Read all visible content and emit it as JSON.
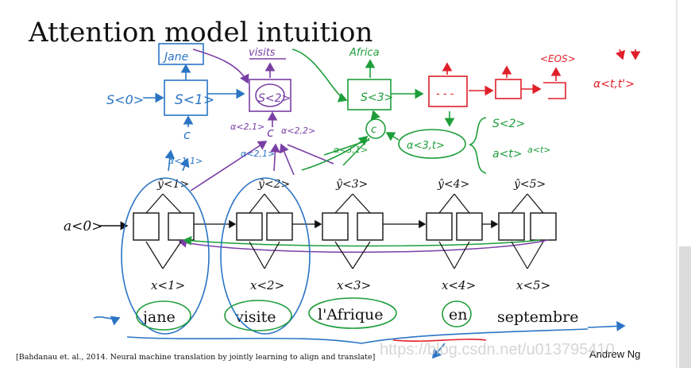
{
  "slide": {
    "title": "Attention model intuition",
    "citation": "[Bahdanau et. al., 2014. Neural machine translation by jointly learning to align and translate]",
    "author": "Andrew Ng",
    "watermark": "https://blog.csdn.net/u013795410"
  },
  "encoder": {
    "initial_activation": "a<0>",
    "outputs": [
      "ŷ<1>",
      "ŷ<2>",
      "ŷ<3>",
      "ŷ<4>",
      "ŷ<5>"
    ],
    "inputs": [
      "x<1>",
      "x<2>",
      "x<3>",
      "x<4>",
      "x<5>"
    ],
    "french_words": [
      "jane",
      "visite",
      "l'Afrique",
      "en",
      "septembre"
    ]
  },
  "annotations": {
    "blue": {
      "output_word": "Jane",
      "state": "S<1>",
      "initial_state": "S<0>",
      "context": "c",
      "alpha": "α<1,1>"
    },
    "purple": {
      "output_word": "visits",
      "state": "S<2>",
      "context": "c",
      "alpha_a": "α<2,1>",
      "alpha_b": "α<2,1>",
      "alpha_c": "α<2,2>"
    },
    "green": {
      "output_word": "Africa",
      "state": "S<3>",
      "context": "c",
      "alpha_in": "α<3,1>",
      "alpha_ellipse": "α<3,t>",
      "s_prev": "S<2>",
      "a_t": "a<t>",
      "a_t2": "a<t>"
    },
    "red": {
      "ellipsis": "- - -",
      "eos": "<EOS>",
      "alpha": "α<t,t'>"
    }
  },
  "colors": {
    "blue": "#2a74c4",
    "purple": "#7a3fa5",
    "green": "#1e9e3a",
    "red": "#e0202a",
    "black": "#111111"
  }
}
